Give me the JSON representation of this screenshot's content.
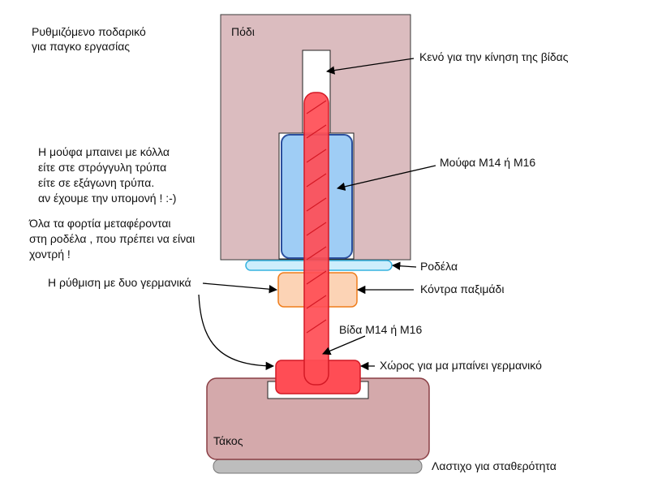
{
  "title_block": {
    "line1": "Ρυθμιζόμενο ποδαρικό",
    "line2": "για παγκο εργασίας"
  },
  "parts": {
    "leg": "Πόδι",
    "slot": "Κενό για την κίνηση της βίδας",
    "coupler": "Μούφα Μ14 ή Μ16",
    "washer": "Ροδέλα",
    "counter_nut": "Κόντρα παξιμάδι",
    "bolt": "Βίδα Μ14 ή Μ16",
    "wrench_space": "Χώρος για μα μπαίνει γερμανικό",
    "block": "Τάκος",
    "rubber": "Λαστιχο για σταθερότητα"
  },
  "notes": {
    "coupler_note": "Η μούφα μπαινει με κόλλα\nείτε στε στρόγγυλη τρύπα\nείτε σε εξάγωνη τρύπα.\nαν έχουμε την υπομονή !  :-)",
    "load_note": "Όλα τα φορτία μεταφέρονται\nστη ροδέλα , που πρέπει να είναι\nχοντρή !",
    "adjust_note": "Η ρύθμιση με δυο γερμανικά"
  },
  "colors": {
    "leg_fill": "#dbbcbf",
    "block_fill": "#d4a9ab",
    "coupler_fill": "#9fcdf5",
    "coupler_stroke": "#2b4f9e",
    "bolt_fill": "#ff4d55",
    "bolt_stroke": "#d41925",
    "nut_fill": "#fcd3b5",
    "nut_stroke": "#ef7d1b",
    "washer_fill": "#cdeefc",
    "washer_stroke": "#36b3e0",
    "rubber_fill": "#bdbdbd"
  }
}
